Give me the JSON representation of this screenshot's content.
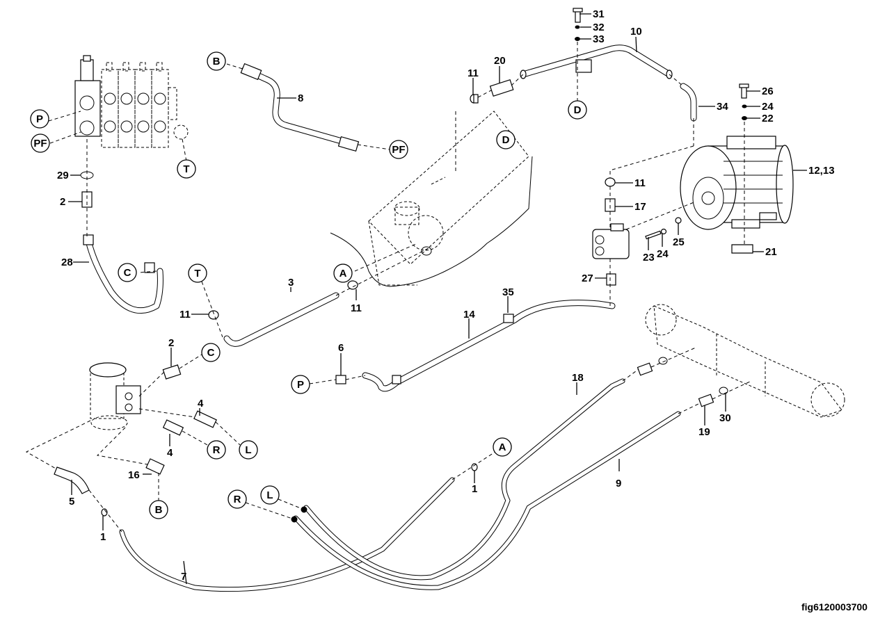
{
  "figure": {
    "id": "fig6120003700",
    "type": "exploded hydraulic parts diagram",
    "background": "#ffffff",
    "line_color": "#000000"
  },
  "part_callouts": [
    {
      "key": "c31",
      "label": "31",
      "part": "bolt"
    },
    {
      "key": "c32",
      "label": "32",
      "part": "washer"
    },
    {
      "key": "c33",
      "label": "33",
      "part": "washer"
    },
    {
      "key": "c10",
      "label": "10",
      "part": "steel tube"
    },
    {
      "key": "c20",
      "label": "20",
      "part": "sleeve"
    },
    {
      "key": "c11a",
      "label": "11",
      "part": "cap"
    },
    {
      "key": "c34",
      "label": "34",
      "part": "hose elbow"
    },
    {
      "key": "c26",
      "label": "26",
      "part": "bolt"
    },
    {
      "key": "c24a",
      "label": "24",
      "part": "washer"
    },
    {
      "key": "c22",
      "label": "22",
      "part": "washer"
    },
    {
      "key": "c1213",
      "label": "12,13",
      "part": "electric motor"
    },
    {
      "key": "c11b",
      "label": "11",
      "part": "cap"
    },
    {
      "key": "c17",
      "label": "17",
      "part": "fitting"
    },
    {
      "key": "c23",
      "label": "23",
      "part": "bolt"
    },
    {
      "key": "c24b",
      "label": "24",
      "part": "washer"
    },
    {
      "key": "c25",
      "label": "25",
      "part": "washer"
    },
    {
      "key": "c21",
      "label": "21",
      "part": "shim plate"
    },
    {
      "key": "c27",
      "label": "27",
      "part": "fitting"
    },
    {
      "key": "c8",
      "label": "8",
      "part": "hose"
    },
    {
      "key": "c29",
      "label": "29",
      "part": "o-ring"
    },
    {
      "key": "c2a",
      "label": "2",
      "part": "fitting"
    },
    {
      "key": "c28",
      "label": "28",
      "part": "hose"
    },
    {
      "key": "c3",
      "label": "3",
      "part": "suction hose"
    },
    {
      "key": "c11c",
      "label": "11",
      "part": "cap"
    },
    {
      "key": "c11d",
      "label": "11",
      "part": "cap"
    },
    {
      "key": "c35",
      "label": "35",
      "part": "clamp"
    },
    {
      "key": "c14",
      "label": "14",
      "part": "pressure hose"
    },
    {
      "key": "c6",
      "label": "6",
      "part": "fitting"
    },
    {
      "key": "c2b",
      "label": "2",
      "part": "fitting"
    },
    {
      "key": "c4a",
      "label": "4",
      "part": "fitting"
    },
    {
      "key": "c4b",
      "label": "4",
      "part": "fitting"
    },
    {
      "key": "c16",
      "label": "16",
      "part": "elbow fitting"
    },
    {
      "key": "c5",
      "label": "5",
      "part": "elbow fitting"
    },
    {
      "key": "c1a",
      "label": "1",
      "part": "cap"
    },
    {
      "key": "c1b",
      "label": "1",
      "part": "cap"
    },
    {
      "key": "c7",
      "label": "7",
      "part": "return hose"
    },
    {
      "key": "c18",
      "label": "18",
      "part": "steering hose"
    },
    {
      "key": "c9",
      "label": "9",
      "part": "steering hose"
    },
    {
      "key": "c19",
      "label": "19",
      "part": "fitting"
    },
    {
      "key": "c30",
      "label": "30",
      "part": "o-ring"
    }
  ],
  "reference_markers": [
    {
      "key": "rB1",
      "letter": "B"
    },
    {
      "key": "rPF1",
      "letter": "PF"
    },
    {
      "key": "rP1",
      "letter": "P"
    },
    {
      "key": "rPF2",
      "letter": "PF"
    },
    {
      "key": "rT1",
      "letter": "T"
    },
    {
      "key": "rD1",
      "letter": "D"
    },
    {
      "key": "rD2",
      "letter": "D"
    },
    {
      "key": "rC1",
      "letter": "C"
    },
    {
      "key": "rT2",
      "letter": "T"
    },
    {
      "key": "rA1",
      "letter": "A"
    },
    {
      "key": "rC2",
      "letter": "C"
    },
    {
      "key": "rP2",
      "letter": "P"
    },
    {
      "key": "rR1",
      "letter": "R"
    },
    {
      "key": "rL1",
      "letter": "L"
    },
    {
      "key": "rB2",
      "letter": "B"
    },
    {
      "key": "rA2",
      "letter": "A"
    },
    {
      "key": "rR2",
      "letter": "R"
    },
    {
      "key": "rL2",
      "letter": "L"
    }
  ],
  "components": [
    {
      "key": "control_valve",
      "name": "4-section control valve"
    },
    {
      "key": "hydraulic_tank",
      "name": "hydraulic tank"
    },
    {
      "key": "pump",
      "name": "gear pump"
    },
    {
      "key": "motor",
      "name": "electric pump motor"
    },
    {
      "key": "steering_unit",
      "name": "steering orbitrol unit"
    },
    {
      "key": "steer_axle",
      "name": "steer axle"
    }
  ]
}
